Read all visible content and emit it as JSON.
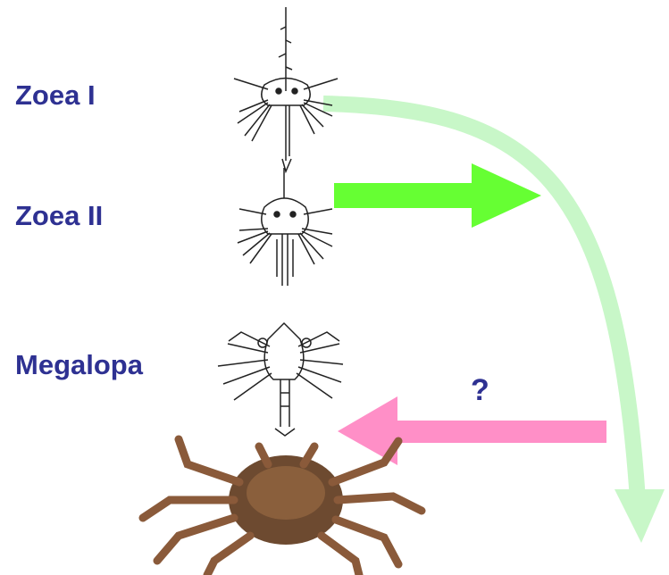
{
  "stages": {
    "zoea1": "Zoea I",
    "zoea2": "Zoea II",
    "megalopa": "Megalopa"
  },
  "question_mark": "?",
  "colors": {
    "label": "#2e3192",
    "arrow_forward": "#66ff33",
    "arrow_back": "#ff8fc7",
    "arrow_curve": "#c8f7c8"
  },
  "icons": [
    "zoea-1-larva-illustration",
    "zoea-2-larva-illustration",
    "megalopa-larva-illustration",
    "adult-crab-image"
  ]
}
